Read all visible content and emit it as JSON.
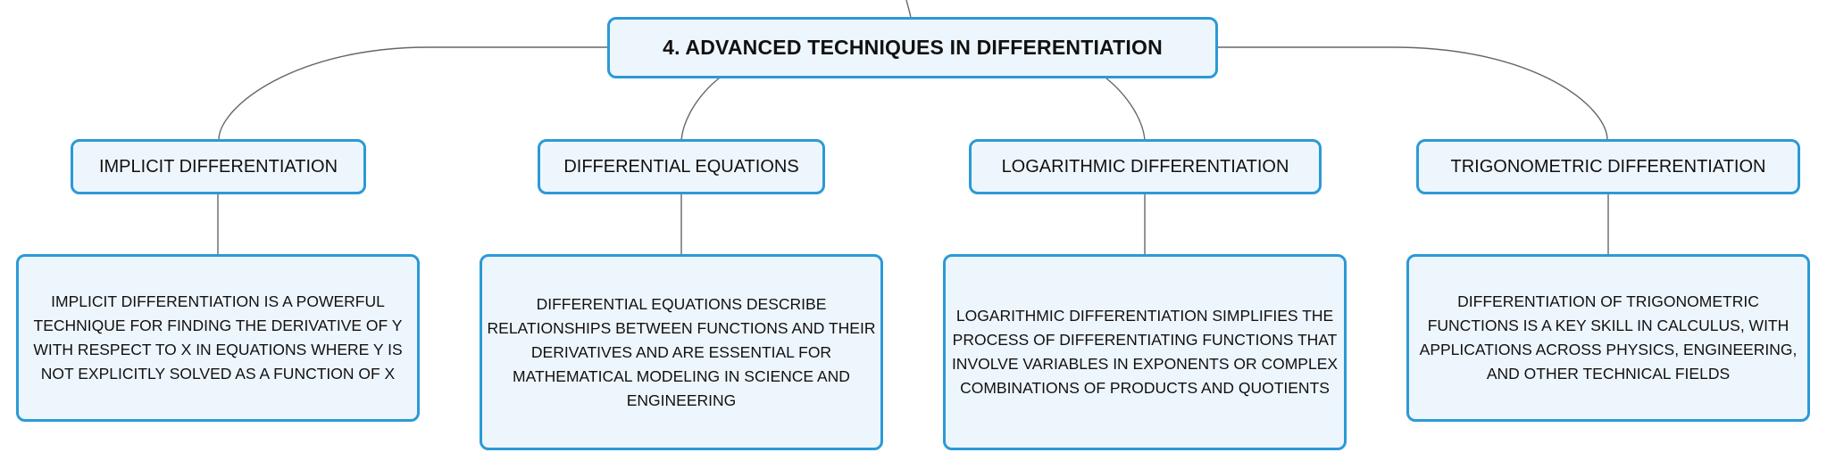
{
  "colors": {
    "node_fill": "#eef6fd",
    "node_border": "#2b9ad6",
    "connector": "#666666",
    "text": "#111111"
  },
  "root": {
    "label": "4. ADVANCED TECHNIQUES IN DIFFERENTIATION"
  },
  "branches": [
    {
      "label": "IMPLICIT DIFFERENTIATION",
      "description": "IMPLICIT DIFFERENTIATION IS A POWERFUL TECHNIQUE FOR FINDING THE DERIVATIVE OF Y WITH RESPECT TO X IN EQUATIONS WHERE Y IS NOT EXPLICITLY SOLVED AS A FUNCTION OF X"
    },
    {
      "label": "DIFFERENTIAL EQUATIONS",
      "description": "DIFFERENTIAL EQUATIONS DESCRIBE RELATIONSHIPS BETWEEN FUNCTIONS AND THEIR DERIVATIVES AND ARE ESSENTIAL FOR MATHEMATICAL MODELING IN SCIENCE AND ENGINEERING"
    },
    {
      "label": "LOGARITHMIC DIFFERENTIATION",
      "description": "LOGARITHMIC DIFFERENTIATION SIMPLIFIES THE PROCESS OF DIFFERENTIATING FUNCTIONS THAT INVOLVE VARIABLES IN EXPONENTS OR COMPLEX COMBINATIONS OF PRODUCTS AND QUOTIENTS"
    },
    {
      "label": "TRIGONOMETRIC DIFFERENTIATION",
      "description": "DIFFERENTIATION OF TRIGONOMETRIC FUNCTIONS IS A KEY SKILL IN CALCULUS, WITH APPLICATIONS ACROSS PHYSICS, ENGINEERING, AND OTHER TECHNICAL FIELDS"
    }
  ]
}
